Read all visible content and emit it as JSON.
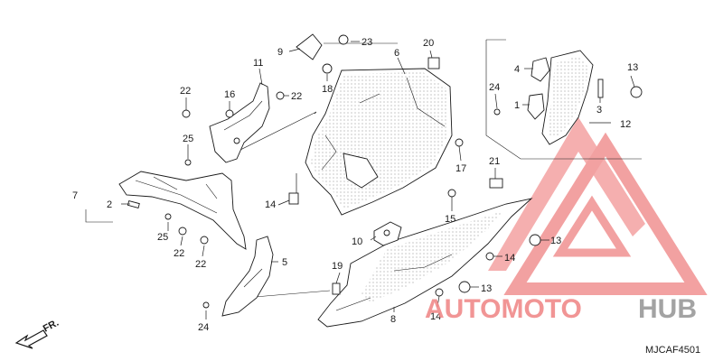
{
  "diagram_code": "MJCAF4501",
  "direction": {
    "label": "FR."
  },
  "callouts": [
    {
      "id": "c1",
      "text": "1"
    },
    {
      "id": "c2",
      "text": "2"
    },
    {
      "id": "c3",
      "text": "3"
    },
    {
      "id": "c4",
      "text": "4"
    },
    {
      "id": "c5",
      "text": "5"
    },
    {
      "id": "c6",
      "text": "6"
    },
    {
      "id": "c7",
      "text": "7"
    },
    {
      "id": "c8",
      "text": "8"
    },
    {
      "id": "c9",
      "text": "9"
    },
    {
      "id": "c10",
      "text": "10"
    },
    {
      "id": "c11",
      "text": "11"
    },
    {
      "id": "c12",
      "text": "12"
    },
    {
      "id": "c13a",
      "text": "13"
    },
    {
      "id": "c13b",
      "text": "13"
    },
    {
      "id": "c13c",
      "text": "13"
    },
    {
      "id": "c14a",
      "text": "14"
    },
    {
      "id": "c14b",
      "text": "14"
    },
    {
      "id": "c14c",
      "text": "14"
    },
    {
      "id": "c15",
      "text": "15"
    },
    {
      "id": "c16",
      "text": "16"
    },
    {
      "id": "c17",
      "text": "17"
    },
    {
      "id": "c18",
      "text": "18"
    },
    {
      "id": "c19",
      "text": "19"
    },
    {
      "id": "c20",
      "text": "20"
    },
    {
      "id": "c21",
      "text": "21"
    },
    {
      "id": "c22a",
      "text": "22"
    },
    {
      "id": "c22b",
      "text": "22"
    },
    {
      "id": "c22c",
      "text": "22"
    },
    {
      "id": "c22d",
      "text": "22"
    },
    {
      "id": "c23",
      "text": "23"
    },
    {
      "id": "c24a",
      "text": "24"
    },
    {
      "id": "c24b",
      "text": "24"
    },
    {
      "id": "c25a",
      "text": "25"
    },
    {
      "id": "c25b",
      "text": "25"
    }
  ],
  "watermark": {
    "part1": "AUTOMOTO",
    "part2": "HUB",
    "color_primary": "#f08a8a",
    "color_secondary": "#9a9a9a"
  }
}
